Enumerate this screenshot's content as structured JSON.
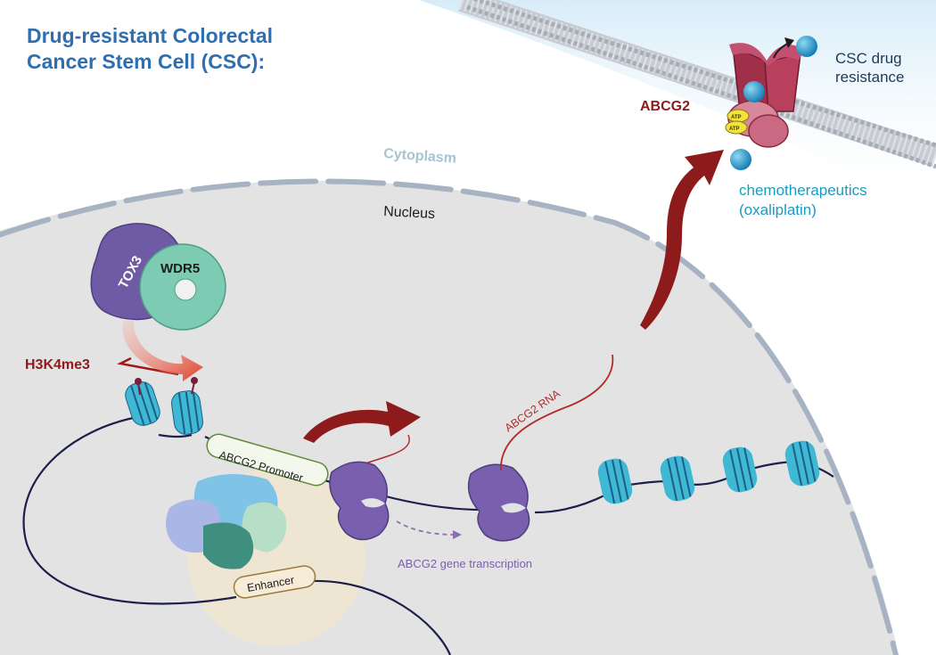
{
  "title": {
    "line1": "Drug-resistant Colorectal",
    "line2": "Cancer Stem Cell (CSC):"
  },
  "labels": {
    "cytoplasm": "Cytoplasm",
    "nucleus": "Nucleus",
    "tox3": "TOX3",
    "wdr5": "WDR5",
    "h3k4me3": "H3K4me3",
    "promoter": "ABCG2 Promoter",
    "enhancer": "Enhancer",
    "transcription": "ABCG2 gene transcription",
    "rna": "ABCG2 RNA",
    "abcg2": "ABCG2",
    "atp1": "ATP",
    "atp2": "ATP",
    "resistance_line1": "CSC drug",
    "resistance_line2": "resistance",
    "chemo_line1": "chemotherapeutics",
    "chemo_line2": "(oxaliplatin)"
  },
  "colors": {
    "title": "#2f6fb0",
    "nucleus_fill": "#e3e3e4",
    "envelope": "#a7b3c2",
    "nucleosome": "#3fb8d3",
    "rna_polymerase": "#7a5fae",
    "tox3": "#6f5aa5",
    "wdr5": "#7ecbb3",
    "arrow_red": "#8e1b1b",
    "abcg2": "#b0405a",
    "drug": "#1a8fc4",
    "chemo_text": "#1a9bbf"
  }
}
